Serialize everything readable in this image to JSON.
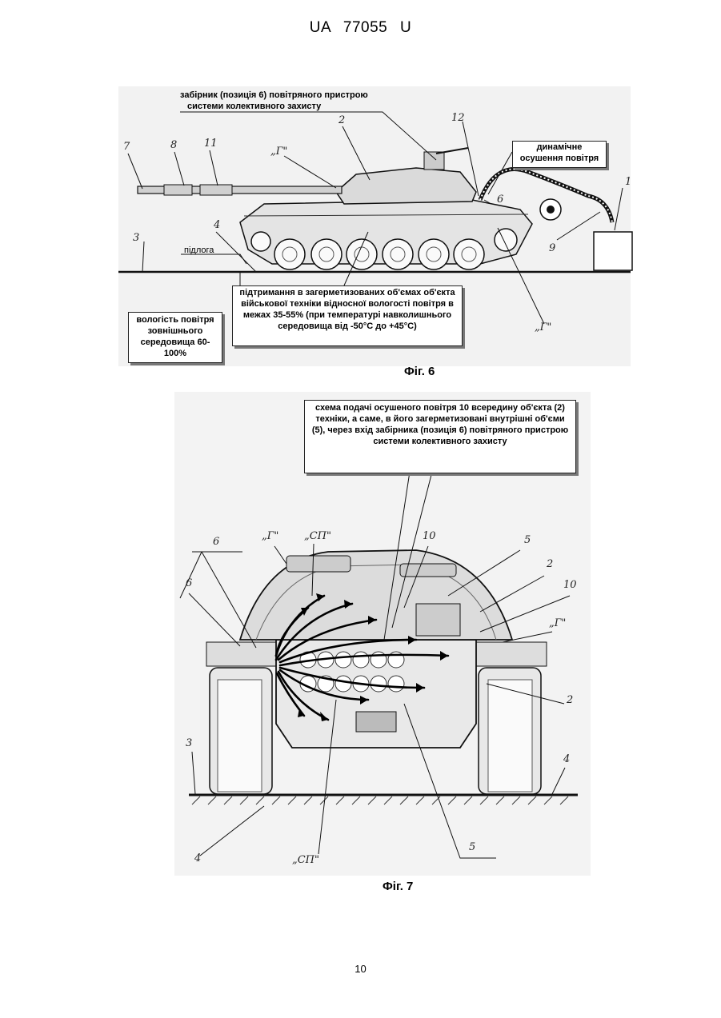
{
  "header": {
    "text": "UA   77055   U"
  },
  "fig6": {
    "caption": "Фіг. 6",
    "intake_note_line1": "забірник (позиція 6) повітряного пристрою",
    "intake_note_line2": "системи колективного захисту",
    "dynamic_box_line1": "динамічне",
    "dynamic_box_line2": "осушення повітря",
    "floor_label": "підлога",
    "humidity_box": "підтримання в загерметизованих об'ємах об'єкта військової техніки відносної вологості повітря в межах 35-55% (при температурі навколишнього середовища від -50°С до +45°С)",
    "outside_box": "вологість повітря зовнішнього середовища 60-100%",
    "labels": {
      "n7": "7",
      "n8": "8",
      "n11": "11",
      "n2": "2",
      "n12": "12",
      "n1": "1",
      "n6": "6",
      "n9": "9",
      "n3": "3",
      "n4": "4",
      "g1": "„Г\"",
      "g2": "„Г\""
    }
  },
  "fig7": {
    "caption": "Фіг. 7",
    "scheme_box": "схема подачі осушеного повітря 10 всередину об'єкта (2) техніки, а саме, в його загерметизовані внутрішні об'єми (5), через вхід забірника (позиція 6) повітряного пристрою системи колективного захисту",
    "labels": {
      "n6a": "6",
      "n6b": "6",
      "g1": "„Г\"",
      "sp1": "„СП\"",
      "n10a": "10",
      "n5a": "5",
      "n2a": "2",
      "n10b": "10",
      "g2": "„Г\"",
      "n2b": "2",
      "n3": "3",
      "n4a": "4",
      "n4b": "4",
      "sp2": "„СП\"",
      "n5b": "5"
    }
  },
  "page_number": "10"
}
